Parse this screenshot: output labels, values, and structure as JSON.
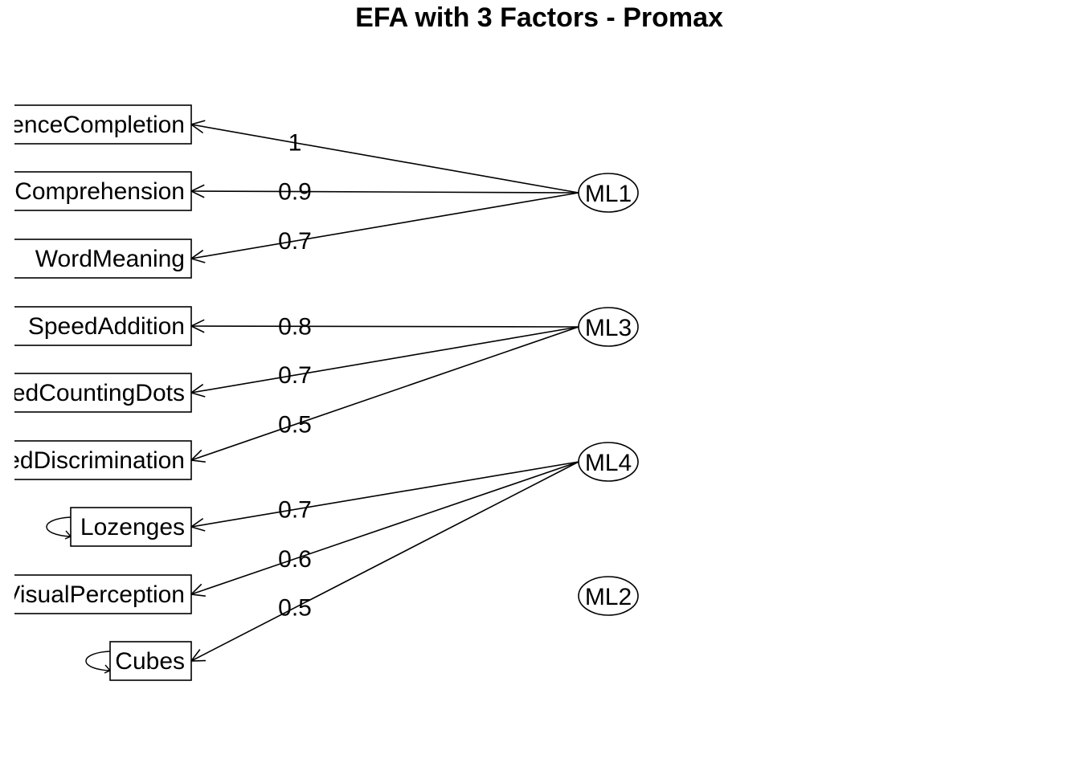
{
  "title": "EFA with 3 Factors - Promax",
  "variables": [
    {
      "id": "v1",
      "label": "SentenceCompletion"
    },
    {
      "id": "v2",
      "label": "Comprehension"
    },
    {
      "id": "v3",
      "label": "WordMeaning"
    },
    {
      "id": "v4",
      "label": "SpeedAddition"
    },
    {
      "id": "v5",
      "label": "SpeedCountingDots"
    },
    {
      "id": "v6",
      "label": "StraightCurvedDiscrimination"
    },
    {
      "id": "v7",
      "label": "Lozenges"
    },
    {
      "id": "v8",
      "label": "VisualPerception"
    },
    {
      "id": "v9",
      "label": "Cubes"
    }
  ],
  "factors": [
    {
      "id": "f1",
      "label": "ML1"
    },
    {
      "id": "f2",
      "label": "ML3"
    },
    {
      "id": "f3",
      "label": "ML4"
    },
    {
      "id": "f4",
      "label": "ML2"
    }
  ],
  "loadings": [
    {
      "from": "f1",
      "to": "v1",
      "label": "1"
    },
    {
      "from": "f1",
      "to": "v2",
      "label": "0.9"
    },
    {
      "from": "f1",
      "to": "v3",
      "label": "0.7"
    },
    {
      "from": "f2",
      "to": "v4",
      "label": "0.8"
    },
    {
      "from": "f2",
      "to": "v5",
      "label": "0.7"
    },
    {
      "from": "f2",
      "to": "v6",
      "label": "0.5"
    },
    {
      "from": "f3",
      "to": "v7",
      "label": "0.7"
    },
    {
      "from": "f3",
      "to": "v8",
      "label": "0.6"
    },
    {
      "from": "f3",
      "to": "v9",
      "label": "0.5"
    }
  ],
  "error_loops": [
    "v7",
    "v9"
  ]
}
